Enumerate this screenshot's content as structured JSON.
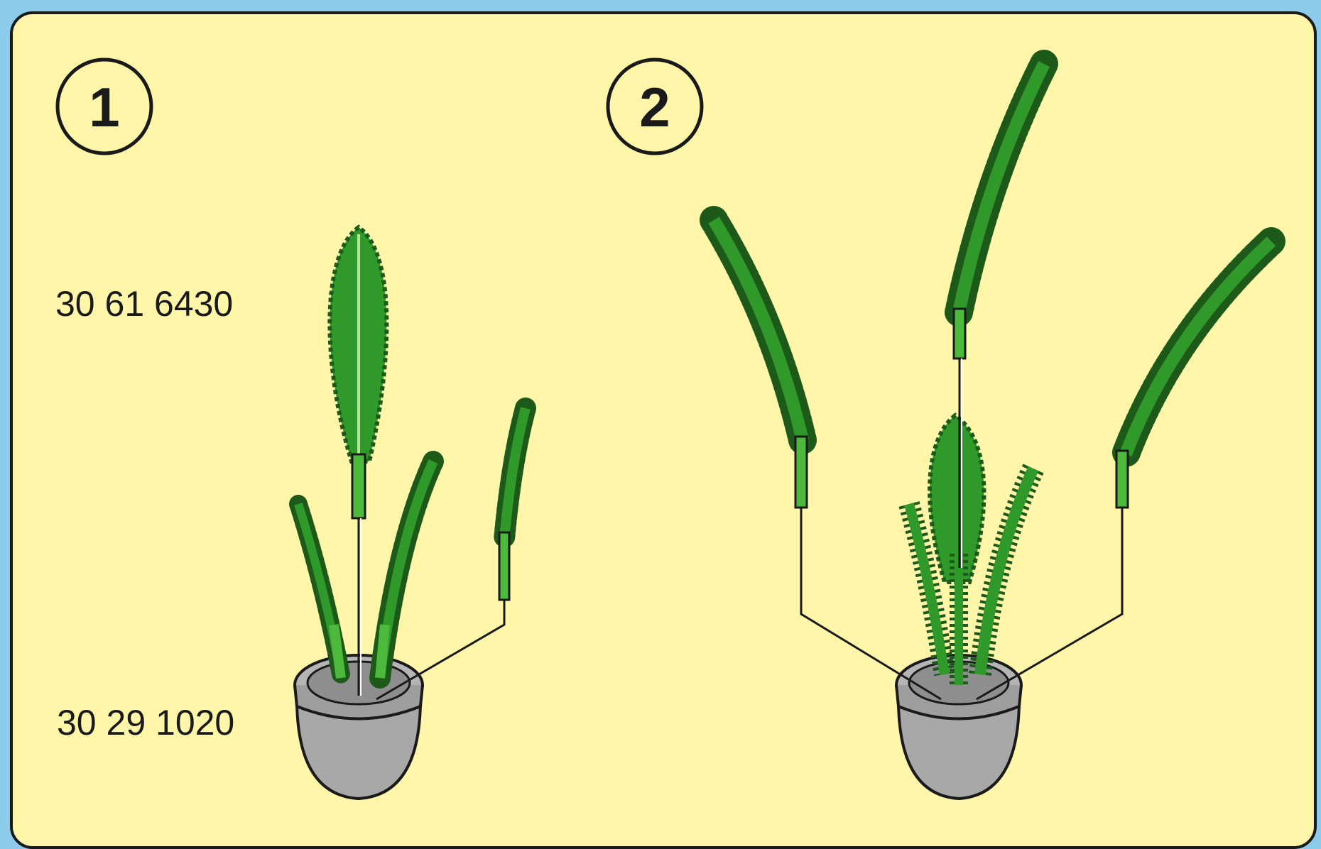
{
  "steps": [
    {
      "number": "1"
    },
    {
      "number": "2"
    }
  ],
  "parts": [
    {
      "code": "30 61 6430"
    },
    {
      "code": "30 29 1020"
    }
  ],
  "colors": {
    "background": "#8ccbe9",
    "panel": "#fff6a9",
    "leaf": "#2f9a2a",
    "leaf_dark": "#1d5a1a",
    "stem": "#4cb83c",
    "pot": "#a8a8a8",
    "outline": "#1a1a1a"
  },
  "icons": [
    "palm-frond-icon",
    "plant-pot-icon"
  ]
}
